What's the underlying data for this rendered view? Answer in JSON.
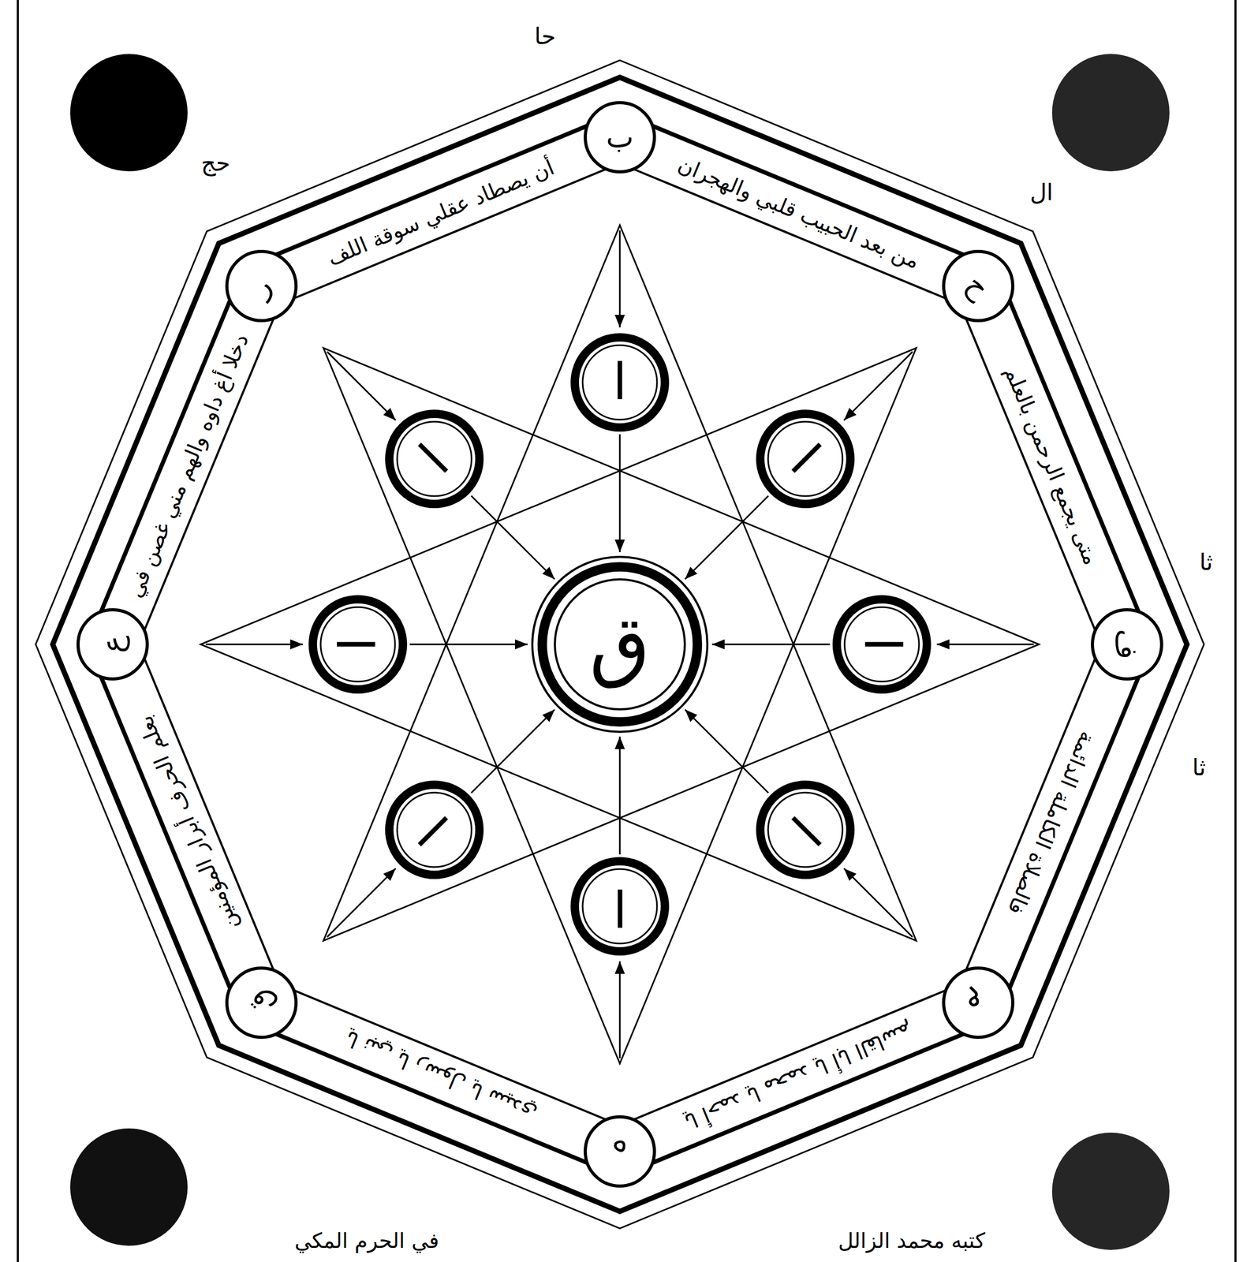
{
  "diagram": {
    "nodes": [
      {
        "text": [
          "ب"
        ]
      },
      {
        "text": [
          "من بعد الحبيب قلبي والهجران"
        ]
      },
      {
        "text": [
          "ح"
        ]
      },
      {
        "text": [
          "متى يجمع الرحمن بالعلم"
        ]
      },
      {
        "text": [
          "ف"
        ]
      },
      {
        "text": [
          "فالصلاة الكاملة الدائمة"
        ]
      },
      {
        "text": [
          "م"
        ]
      },
      {
        "text": [
          "يا أحمد يا محمد يا أبا القاسم"
        ]
      },
      {
        "text": [
          "ه"
        ]
      },
      {
        "text": [
          "يا نبي يا رسول يا سيدي"
        ]
      },
      {
        "text": [
          "ق"
        ]
      },
      {
        "text": [
          "بعلم الحرف أبرار المؤمنين"
        ]
      },
      {
        "text": [
          "ع"
        ]
      },
      {
        "text": [
          "دخلا أغ داوه والهم مني غصن في"
        ]
      },
      {
        "text": [
          "ر"
        ]
      },
      {
        "text": [
          "أن يصطاد عقلي سوقة اللف"
        ]
      },
      {
        "text": [
          "ا"
        ]
      },
      {
        "text": [
          "ا"
        ]
      },
      {
        "text": [
          "ا"
        ]
      },
      {
        "text": [
          "ا"
        ]
      },
      {
        "text": [
          "ا"
        ]
      },
      {
        "text": [
          "ا"
        ]
      },
      {
        "text": [
          "ا"
        ]
      },
      {
        "text": [
          "ا"
        ]
      },
      {
        "text": [
          "ق"
        ]
      }
    ],
    "edges": [
      {
        "from": 16,
        "to": 24,
        "arrow": "to"
      },
      {
        "from": 17,
        "to": 24,
        "arrow": "to"
      },
      {
        "from": 18,
        "to": 24,
        "arrow": "to"
      },
      {
        "from": 19,
        "to": 24,
        "arrow": "to"
      },
      {
        "from": 20,
        "to": 24,
        "arrow": "to"
      },
      {
        "from": 21,
        "to": 24,
        "arrow": "to"
      },
      {
        "from": 22,
        "to": 24,
        "arrow": "to"
      },
      {
        "from": 23,
        "to": 24,
        "arrow": "to"
      }
    ],
    "labels": [
      "حا",
      "ال",
      "ثا",
      "ثا",
      "حج",
      "كتبه محمد الزالل",
      "في الحرم المكي"
    ]
  }
}
